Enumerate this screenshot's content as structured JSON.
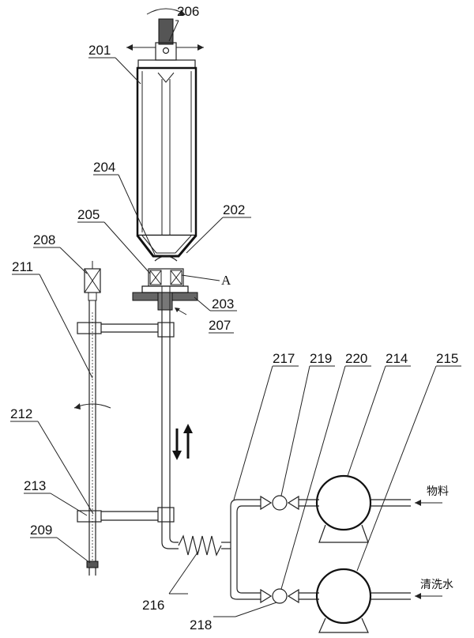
{
  "labels": {
    "l201": "201",
    "l206": "206",
    "l204": "204",
    "l202": "202",
    "l205": "205",
    "lA": "A",
    "l203": "203",
    "l207": "207",
    "l208": "208",
    "l211": "211",
    "l212": "212",
    "l213": "213",
    "l209": "209",
    "l216": "216",
    "l217": "217",
    "l219": "219",
    "l220": "220",
    "l214": "214",
    "l215": "215",
    "l218": "218"
  },
  "inlet_text": {
    "material": "物料",
    "wash_water": "清洗水"
  },
  "colors": {
    "line": "#222222",
    "fill_dark": "#555555",
    "background": "#ffffff"
  }
}
